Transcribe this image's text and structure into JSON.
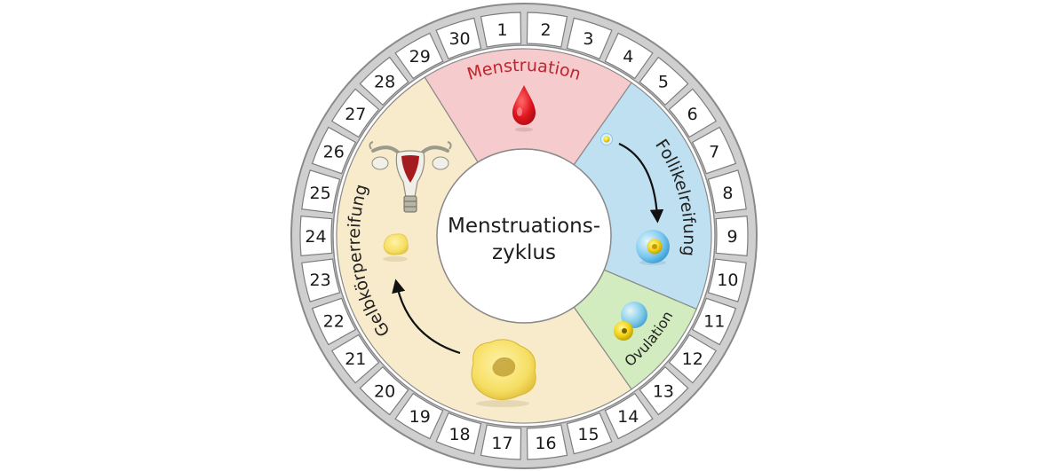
{
  "diagram": {
    "title_line1": "Menstruations-",
    "title_line2": "zyklus",
    "days": [
      "1",
      "2",
      "3",
      "4",
      "5",
      "6",
      "7",
      "8",
      "9",
      "10",
      "11",
      "12",
      "13",
      "14",
      "15",
      "16",
      "17",
      "18",
      "19",
      "20",
      "21",
      "22",
      "23",
      "24",
      "25",
      "26",
      "27",
      "28",
      "29",
      "30"
    ],
    "phases": {
      "menstruation": {
        "label": "Menstruation",
        "color": "#f6cbcd",
        "label_color": "#c0242c"
      },
      "follicular": {
        "label": "Follikelreifung",
        "color": "#bfe0f1"
      },
      "ovulation": {
        "label": "Ovulation",
        "color": "#d3ecbf"
      },
      "luteal": {
        "label": "Gelbkörperreifung",
        "color": "#f8ebcb"
      }
    },
    "colors": {
      "outer_rim": "#8a8a8a",
      "day_tile": "#ffffff",
      "gap": "#cfcfcf",
      "center": "#ffffff"
    },
    "icons": [
      "blood-drop-icon",
      "follicle-small-icon",
      "follicle-mature-icon",
      "ovulation-egg-icon",
      "uterus-icon",
      "corpus-luteum-large-icon",
      "corpus-luteum-small-icon",
      "cycle-arrow-icon"
    ]
  }
}
